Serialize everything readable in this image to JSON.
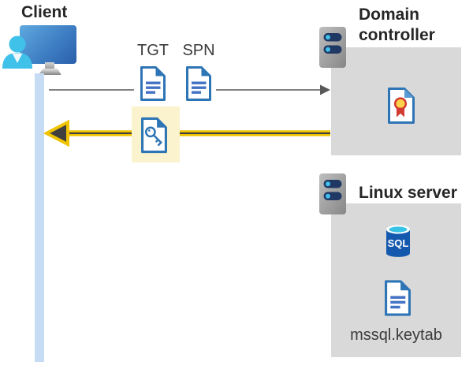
{
  "colors": {
    "heading-text": "#262626",
    "body-text": "#3b3b3b",
    "box-gray": "#d9d9d9",
    "client-bar-blue": "#c6dbf4",
    "highlight-yellow": "#fbf3cd",
    "arrow-yellow": "#f0c300",
    "arrow-dark": "#3f3f3f",
    "arrow-gray": "#595959",
    "doc-blue": "#2e75b6",
    "doc-line-blue": "#4472c4",
    "cert-fold-blue": "#5b9bd5",
    "cert-red": "#d23b31",
    "cert-yellow": "#ffd24a",
    "server-navy": "#1f3864",
    "server-dot-cyan": "#41c0ea",
    "sql-blue": "#1559ae",
    "sql-cyan": "#38c2e6",
    "person-cyan": "#3fc1e9"
  },
  "client": {
    "label": "Client"
  },
  "flow": {
    "tgt_label": "TGT",
    "spn_label": "SPN"
  },
  "domain_controller": {
    "label": "Domain controller"
  },
  "linux_server": {
    "label": "Linux server",
    "sql_badge": "SQL",
    "keytab_label": "mssql.keytab"
  }
}
